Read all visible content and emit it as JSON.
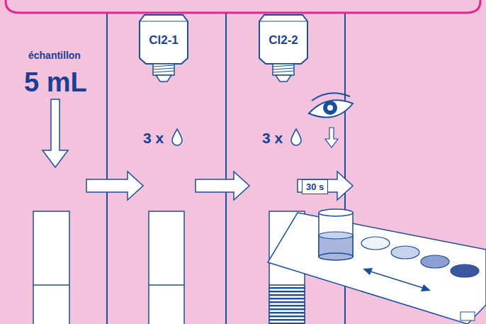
{
  "diagram": {
    "nodes": [
      {
        "text": [
          "Cl2-1"
        ]
      },
      {
        "text": [
          "Cl2-2"
        ]
      }
    ],
    "labels": [
      "échantillon",
      "5 mL",
      "3 x",
      "3 x",
      "30 s"
    ]
  }
}
